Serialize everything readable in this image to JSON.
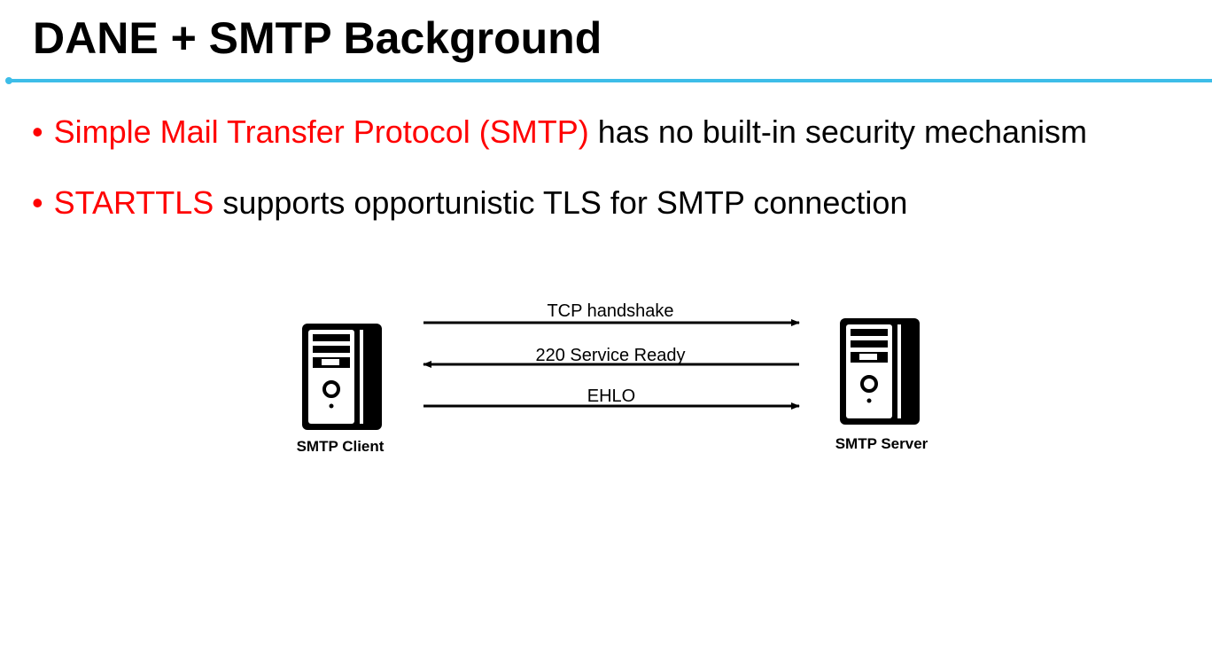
{
  "slide": {
    "title": "DANE + SMTP Background",
    "accent_color": "#3dbde8",
    "highlight_color": "#ff0000",
    "bullets": [
      {
        "marker": "•",
        "highlight": "Simple Mail Transfer Protocol (SMTP)",
        "rest": " has no built-in security mechanism"
      },
      {
        "marker": "•",
        "highlight": "STARTTLS",
        "rest": " supports opportunistic TLS for SMTP connection"
      }
    ]
  },
  "diagram": {
    "nodes": [
      {
        "label": "SMTP Client",
        "icon": "server-tower-icon"
      },
      {
        "label": "SMTP Server",
        "icon": "server-tower-icon"
      }
    ],
    "messages": [
      {
        "label": "TCP handshake",
        "direction": "client-to-server"
      },
      {
        "label": "220 Service Ready",
        "direction": "server-to-client"
      },
      {
        "label": "EHLO",
        "direction": "client-to-server"
      }
    ]
  }
}
